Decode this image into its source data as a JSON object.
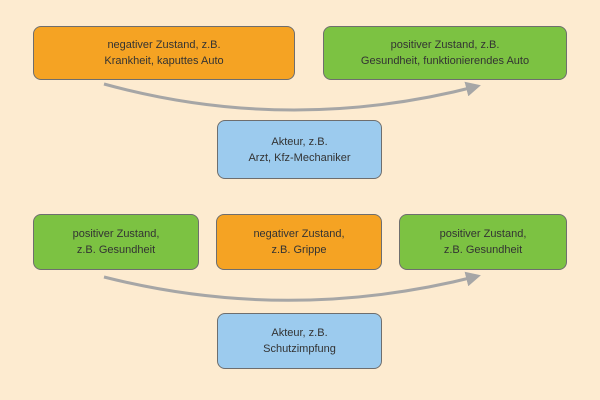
{
  "colors": {
    "background": "#fdebd0",
    "negative_state": "#f5a323",
    "positive_state": "#7cc242",
    "actor": "#9ccbee",
    "arrow": "#a6a6a6",
    "text": "#333333"
  },
  "diagram1": {
    "from_box": {
      "line1": "negativer Zustand, z.B.",
      "line2": "Krankheit, kaputtes Auto"
    },
    "to_box": {
      "line1": "positiver Zustand, z.B.",
      "line2": "Gesundheit, funktionierendes Auto"
    },
    "actor_box": {
      "line1": "Akteur, z.B.",
      "line2": "Arzt, Kfz-Mechaniker"
    }
  },
  "diagram2": {
    "from_box": {
      "line1": "positiver Zustand,",
      "line2": "z.B. Gesundheit"
    },
    "middle_box": {
      "line1": "negativer Zustand,",
      "line2": "z.B. Grippe"
    },
    "to_box": {
      "line1": "positiver Zustand,",
      "line2": "z.B. Gesundheit"
    },
    "actor_box": {
      "line1": "Akteur, z.B.",
      "line2": "Schutzimpfung"
    }
  }
}
